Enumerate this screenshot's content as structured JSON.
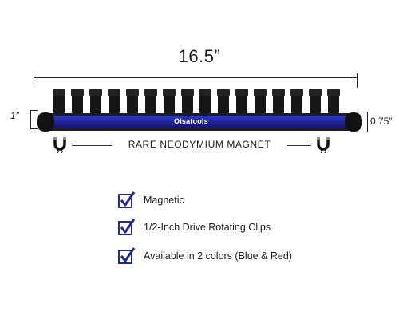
{
  "dimensions": {
    "length": "16.5”",
    "height_left": "1”",
    "height_right": "0.75”"
  },
  "product": {
    "brand_logo": "Olsatools",
    "rail_color": "#1f27a8",
    "clip_count": 16
  },
  "magnet_label": "RARE NEODYMIUM MAGNET",
  "features": [
    {
      "label": "Magnetic",
      "icon": "checkbox-check-icon"
    },
    {
      "label": "1/2-Inch Drive Rotating Clips",
      "icon": "checkbox-check-icon"
    },
    {
      "label": "Available in 2 colors (Blue & Red)",
      "icon": "checkbox-check-icon"
    }
  ],
  "colors": {
    "check_blue": "#1f2a8c",
    "text": "#1a1a1a"
  }
}
